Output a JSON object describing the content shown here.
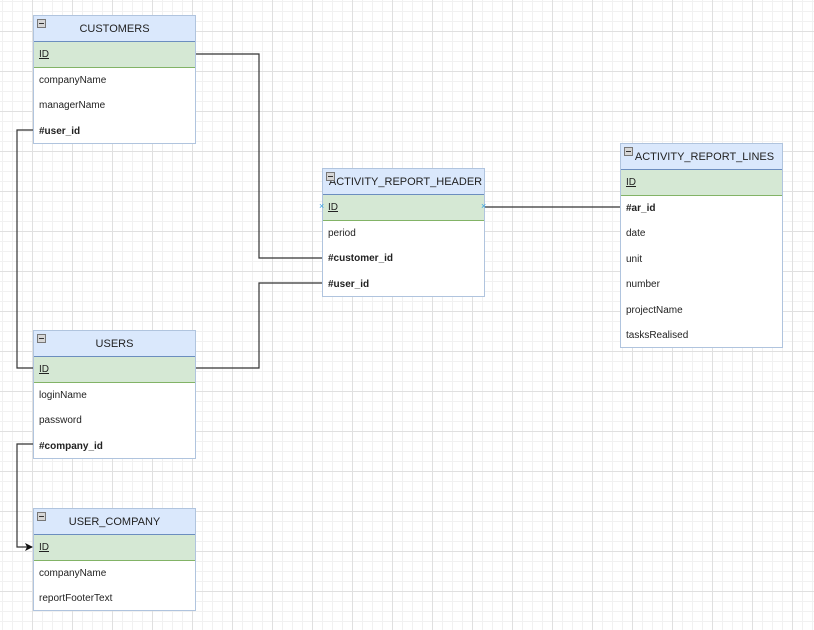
{
  "diagram": {
    "type": "entity-relationship",
    "colors": {
      "header_fill": "#dae8fc",
      "header_border": "#6c8ebf",
      "pk_fill": "#d5e8d4",
      "pk_border": "#82b366",
      "link": "#333333",
      "port_marker": "#35a0e0"
    },
    "tables": {
      "customers": {
        "title": "CUSTOMERS",
        "fields": [
          {
            "name": "ID",
            "kind": "pk"
          },
          {
            "name": "companyName",
            "kind": "field"
          },
          {
            "name": "managerName",
            "kind": "field"
          },
          {
            "name": "#user_id",
            "kind": "fk"
          }
        ]
      },
      "users": {
        "title": "USERS",
        "fields": [
          {
            "name": "ID",
            "kind": "pk"
          },
          {
            "name": "loginName",
            "kind": "field"
          },
          {
            "name": "password",
            "kind": "field"
          },
          {
            "name": "#company_id",
            "kind": "fk"
          }
        ]
      },
      "user_company": {
        "title": "USER_COMPANY",
        "fields": [
          {
            "name": "ID",
            "kind": "pk"
          },
          {
            "name": "companyName",
            "kind": "field"
          },
          {
            "name": "reportFooterText",
            "kind": "field"
          }
        ]
      },
      "activity_report_header": {
        "title": "ACTIVITY_REPORT_HEADER",
        "fields": [
          {
            "name": "ID",
            "kind": "pk"
          },
          {
            "name": "period",
            "kind": "field"
          },
          {
            "name": "#customer_id",
            "kind": "fk"
          },
          {
            "name": "#user_id",
            "kind": "fk"
          }
        ]
      },
      "activity_report_lines": {
        "title": "ACTIVITY_REPORT_LINES",
        "fields": [
          {
            "name": "ID",
            "kind": "pk"
          },
          {
            "name": "#ar_id",
            "kind": "fk"
          },
          {
            "name": "date",
            "kind": "field"
          },
          {
            "name": "unit",
            "kind": "field"
          },
          {
            "name": "number",
            "kind": "field"
          },
          {
            "name": "projectName",
            "kind": "field"
          },
          {
            "name": "tasksRealised",
            "kind": "field"
          }
        ]
      }
    },
    "relationships": [
      {
        "from": "customers.#user_id",
        "to": "users.ID",
        "arrow": false
      },
      {
        "from": "customers.ID",
        "to": "activity_report_header.#customer_id",
        "arrow": false
      },
      {
        "from": "users.ID",
        "to": "activity_report_header.#user_id",
        "arrow": false
      },
      {
        "from": "users.#company_id",
        "to": "user_company.ID",
        "arrow": true
      },
      {
        "from": "activity_report_header.ID",
        "to": "activity_report_lines.#ar_id",
        "arrow": false,
        "selected": true
      }
    ],
    "port_marker_glyph": "×"
  }
}
